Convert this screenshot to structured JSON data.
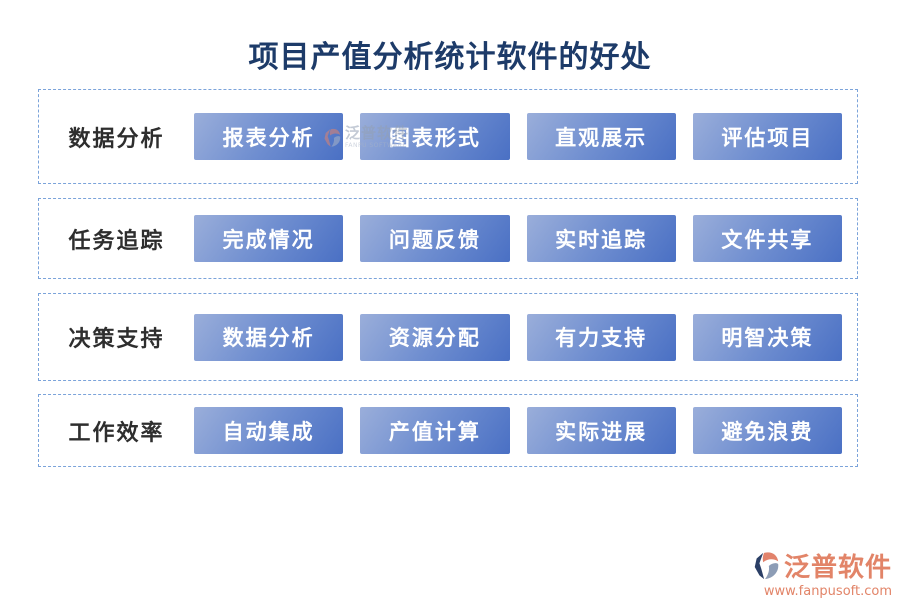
{
  "title": "项目产值分析统计软件的好处",
  "rows": [
    {
      "label": "数据分析",
      "buttons": [
        "报表分析",
        "图表形式",
        "直观展示",
        "评估项目"
      ]
    },
    {
      "label": "任务追踪",
      "buttons": [
        "完成情况",
        "问题反馈",
        "实时追踪",
        "文件共享"
      ]
    },
    {
      "label": "决策支持",
      "buttons": [
        "数据分析",
        "资源分配",
        "有力支持",
        "明智决策"
      ]
    },
    {
      "label": "工作效率",
      "buttons": [
        "自动集成",
        "产值计算",
        "实际进展",
        "避免浪费"
      ]
    }
  ],
  "watermark": {
    "name": "泛普软件",
    "sub": "FANPU SOFTWARE"
  },
  "footer": {
    "brand": "泛普软件",
    "url": "www.fanpusoft.com"
  },
  "colors": {
    "title": "#1d3b69",
    "button_gradient_light": "#9aaeda",
    "button_gradient_dark": "#4a70c4",
    "dashed_border": "#7ba3da",
    "brand": "#e28468"
  }
}
